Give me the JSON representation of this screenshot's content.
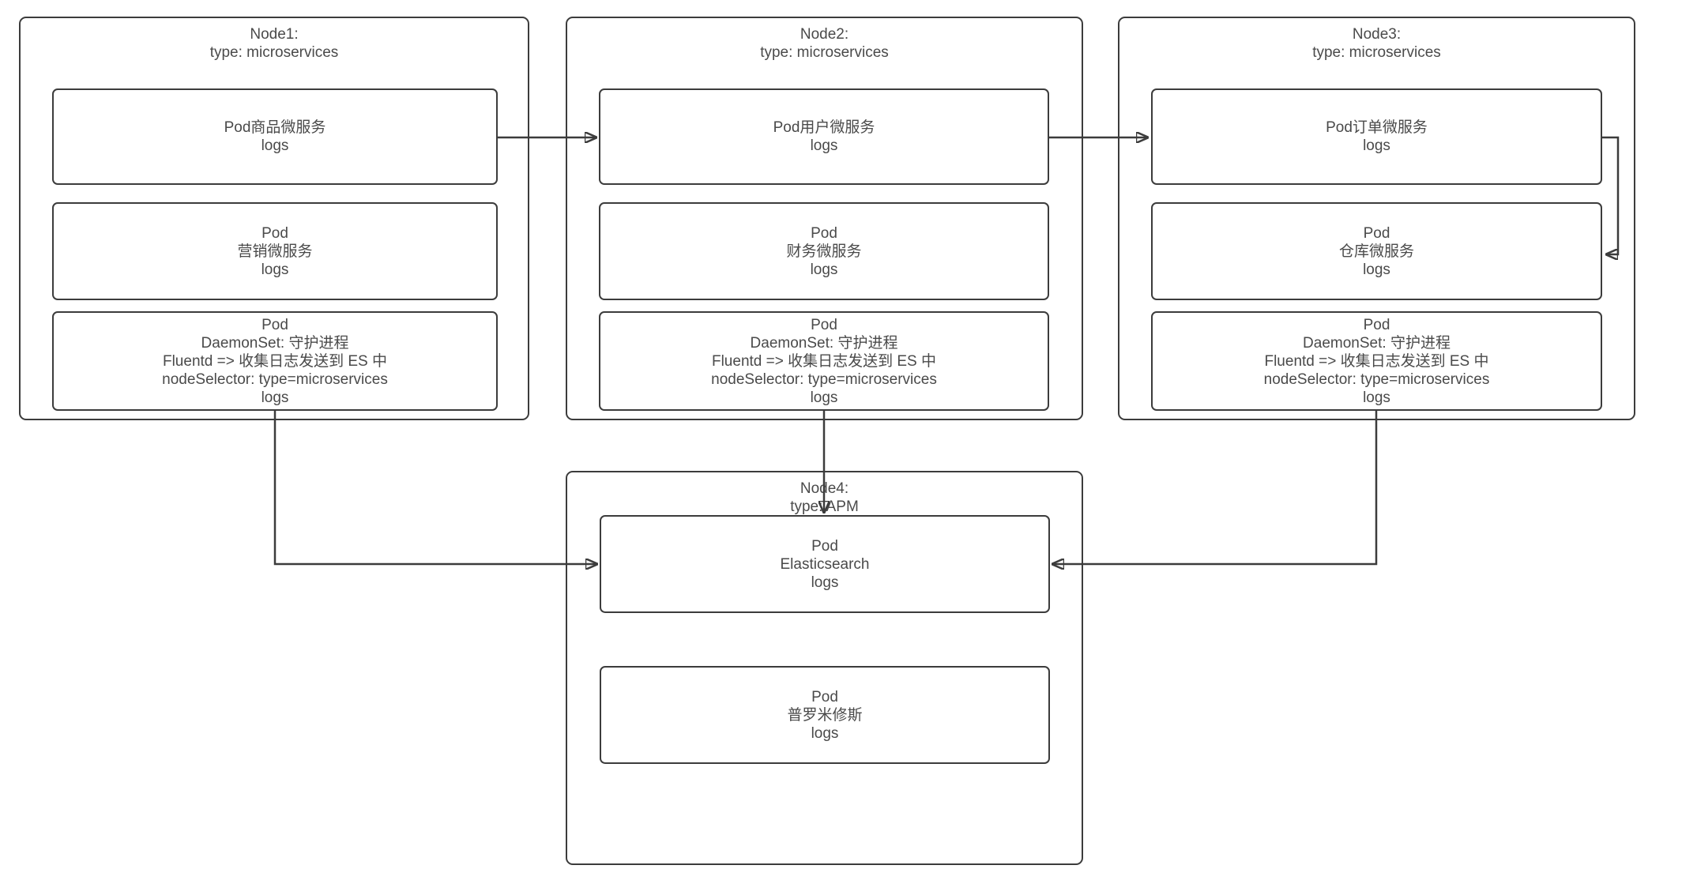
{
  "diagram": {
    "kind": "kubernetes-logging-architecture",
    "colors": {
      "stroke": "#3c3c3c",
      "text": "#4a4a4a",
      "background": "#ffffff"
    },
    "nodes": [
      {
        "id": "node1",
        "title": [
          "Node1:",
          "type: microservices"
        ],
        "pods": [
          {
            "id": "pod-product-microservice",
            "lines": [
              "Pod商品微服务",
              "logs"
            ]
          },
          {
            "id": "pod-marketing-microservice",
            "lines": [
              "Pod",
              "营销微服务",
              "logs"
            ]
          },
          {
            "id": "pod-daemonset-fluentd-1",
            "lines": [
              "Pod",
              "DaemonSet: 守护进程",
              "Fluentd => 收集日志发送到 ES 中",
              "nodeSelector: type=microservices",
              "logs"
            ]
          }
        ]
      },
      {
        "id": "node2",
        "title": [
          "Node2:",
          "type: microservices"
        ],
        "pods": [
          {
            "id": "pod-user-microservice",
            "lines": [
              "Pod用户微服务",
              "logs"
            ]
          },
          {
            "id": "pod-finance-microservice",
            "lines": [
              "Pod",
              "财务微服务",
              "logs"
            ]
          },
          {
            "id": "pod-daemonset-fluentd-2",
            "lines": [
              "Pod",
              "DaemonSet: 守护进程",
              "Fluentd => 收集日志发送到 ES 中",
              "nodeSelector: type=microservices",
              "logs"
            ]
          }
        ]
      },
      {
        "id": "node3",
        "title": [
          "Node3:",
          "type: microservices"
        ],
        "pods": [
          {
            "id": "pod-order-microservice",
            "lines": [
              "Pod订单微服务",
              "logs"
            ]
          },
          {
            "id": "pod-warehouse-microservice",
            "lines": [
              "Pod",
              "仓库微服务",
              "logs"
            ]
          },
          {
            "id": "pod-daemonset-fluentd-3",
            "lines": [
              "Pod",
              "DaemonSet: 守护进程",
              "Fluentd => 收集日志发送到 ES 中",
              "nodeSelector: type=microservices",
              "logs"
            ]
          }
        ]
      },
      {
        "id": "node4",
        "title": [
          "Node4:",
          "type: APM"
        ],
        "pods": [
          {
            "id": "pod-elasticsearch",
            "lines": [
              "Pod",
              "Elasticsearch",
              "logs"
            ]
          },
          {
            "id": "pod-prometheus",
            "lines": [
              "Pod",
              "普罗米修斯",
              "logs"
            ]
          }
        ]
      }
    ],
    "connections": [
      {
        "from": "pod-product-microservice",
        "to": "pod-user-microservice",
        "style": "arrow"
      },
      {
        "from": "pod-user-microservice",
        "to": "pod-order-microservice",
        "style": "arrow"
      },
      {
        "from": "pod-order-microservice",
        "to": "pod-warehouse-microservice",
        "style": "arrow"
      },
      {
        "from": "pod-daemonset-fluentd-1",
        "to": "pod-elasticsearch",
        "style": "arrow"
      },
      {
        "from": "pod-daemonset-fluentd-2",
        "to": "pod-elasticsearch",
        "style": "arrow"
      },
      {
        "from": "pod-daemonset-fluentd-3",
        "to": "pod-elasticsearch",
        "style": "arrow"
      }
    ]
  }
}
